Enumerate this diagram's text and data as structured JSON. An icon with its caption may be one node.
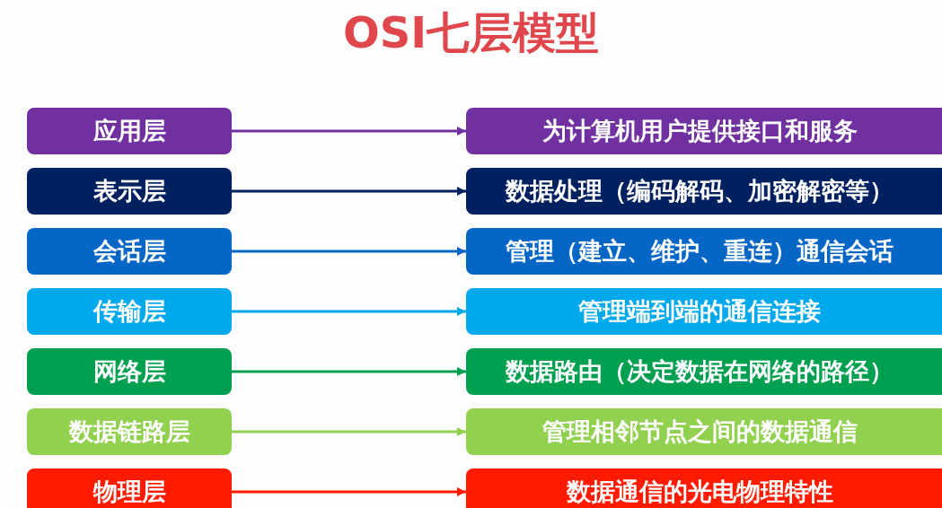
{
  "diagram": {
    "title": "OSI七层模型",
    "nodes": [
      {
        "text": [
          "应用层"
        ]
      },
      {
        "text": [
          "为计算机用户提供接口和服务"
        ]
      },
      {
        "text": [
          "表示层"
        ]
      },
      {
        "text": [
          "数据处理（编码解码、加密解密等）"
        ]
      },
      {
        "text": [
          "会话层"
        ]
      },
      {
        "text": [
          "管理（建立、维护、重连）通信会话"
        ]
      },
      {
        "text": [
          "传输层"
        ]
      },
      {
        "text": [
          "管理端到端的通信连接"
        ]
      },
      {
        "text": [
          "网络层"
        ]
      },
      {
        "text": [
          "数据路由（决定数据在网络的路径）"
        ]
      },
      {
        "text": [
          "数据链路层"
        ]
      },
      {
        "text": [
          "管理相邻节点之间的数据通信"
        ]
      },
      {
        "text": [
          "物理层"
        ]
      },
      {
        "text": [
          "数据通信的光电物理特性"
        ]
      }
    ],
    "edges": [
      {
        "from": 0,
        "to": 1,
        "arrow": "to",
        "color": "#7030a0"
      },
      {
        "from": 2,
        "to": 3,
        "arrow": "to",
        "color": "#002060"
      },
      {
        "from": 4,
        "to": 5,
        "arrow": "to",
        "color": "#0566c6"
      },
      {
        "from": 6,
        "to": 7,
        "arrow": "to",
        "color": "#00a8ec"
      },
      {
        "from": 8,
        "to": 9,
        "arrow": "to",
        "color": "#00a050"
      },
      {
        "from": 10,
        "to": 11,
        "arrow": "to",
        "color": "#92d050"
      },
      {
        "from": 12,
        "to": 13,
        "arrow": "to",
        "color": "#ff1a00"
      }
    ]
  }
}
